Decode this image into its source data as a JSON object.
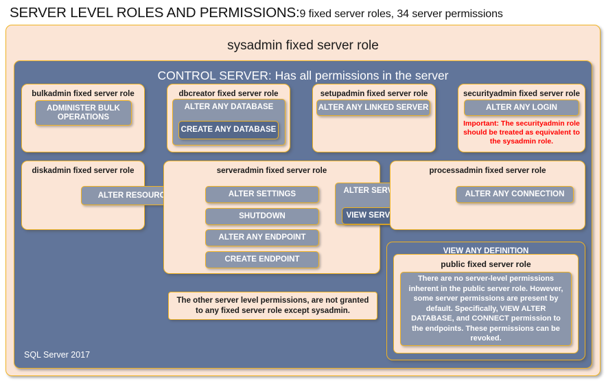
{
  "title": {
    "main": "SERVER LEVEL ROLES AND PERMISSIONS:",
    "sub": "9 fixed server roles, 34 server permissions"
  },
  "outer_role": {
    "label": "sysadmin fixed server role"
  },
  "control_server": {
    "label": "CONTROL SERVER: Has all permissions in the server"
  },
  "roles": {
    "bulkadmin": {
      "label": "bulkadmin fixed server role",
      "permission": "ADMINISTER  BULK OPERATIONS"
    },
    "dbcreator": {
      "label": "dbcreator fixed server role",
      "permission": "ALTER ANY DATABASE",
      "nested_permission": "CREATE  ANY DATABASE"
    },
    "setupadmin": {
      "label": "setupadmin fixed server role",
      "permission": "ALTER ANY LINKED SERVER"
    },
    "securityadmin": {
      "label": "securityadmin fixed server role",
      "permission": "ALTER ANY LOGIN",
      "warning": "Important:  The securityadmin role should  be treated as equivalent to the sysadmin role."
    },
    "diskadmin": {
      "label": "diskadmin fixed server role",
      "permission": "ALTER RESOURCES"
    },
    "serveradmin": {
      "label": "serveradmin fixed server role",
      "permissions": [
        "ALTER SETTINGS",
        "SHUTDOWN",
        "ALTER ANY ENDPOINT",
        "CREATE  ENDPOINT"
      ]
    },
    "alter_server_state": {
      "permission": "ALTER SERVER STATE",
      "nested_permission": "VIEW SERVER STATE"
    },
    "processadmin": {
      "label": "processadmin fixed server role",
      "permission": "ALTER ANY CONNECTION"
    },
    "public": {
      "outer_permission": "VIEW ANY DEFINITION",
      "label": "public  fixed server role",
      "description": "There are no server-level permissions inherent in the public server role. However, some server permissions are present by default. Specifically, VIEW ALTER DATABASE, and CONNECT permission to the endpoints. These permissions can be revoked."
    }
  },
  "notes": {
    "other_permissions": "The other server level permissions, are not granted to any fixed server role except sysadmin."
  },
  "footer": {
    "label": "SQL Server 2017"
  },
  "colors": {
    "peach": "#fbe5d6",
    "gold": "#f0b323",
    "slate": "#61759a",
    "chip": "#8b96ab",
    "chip_dark": "#55688a",
    "warning_red": "#ff0000"
  }
}
